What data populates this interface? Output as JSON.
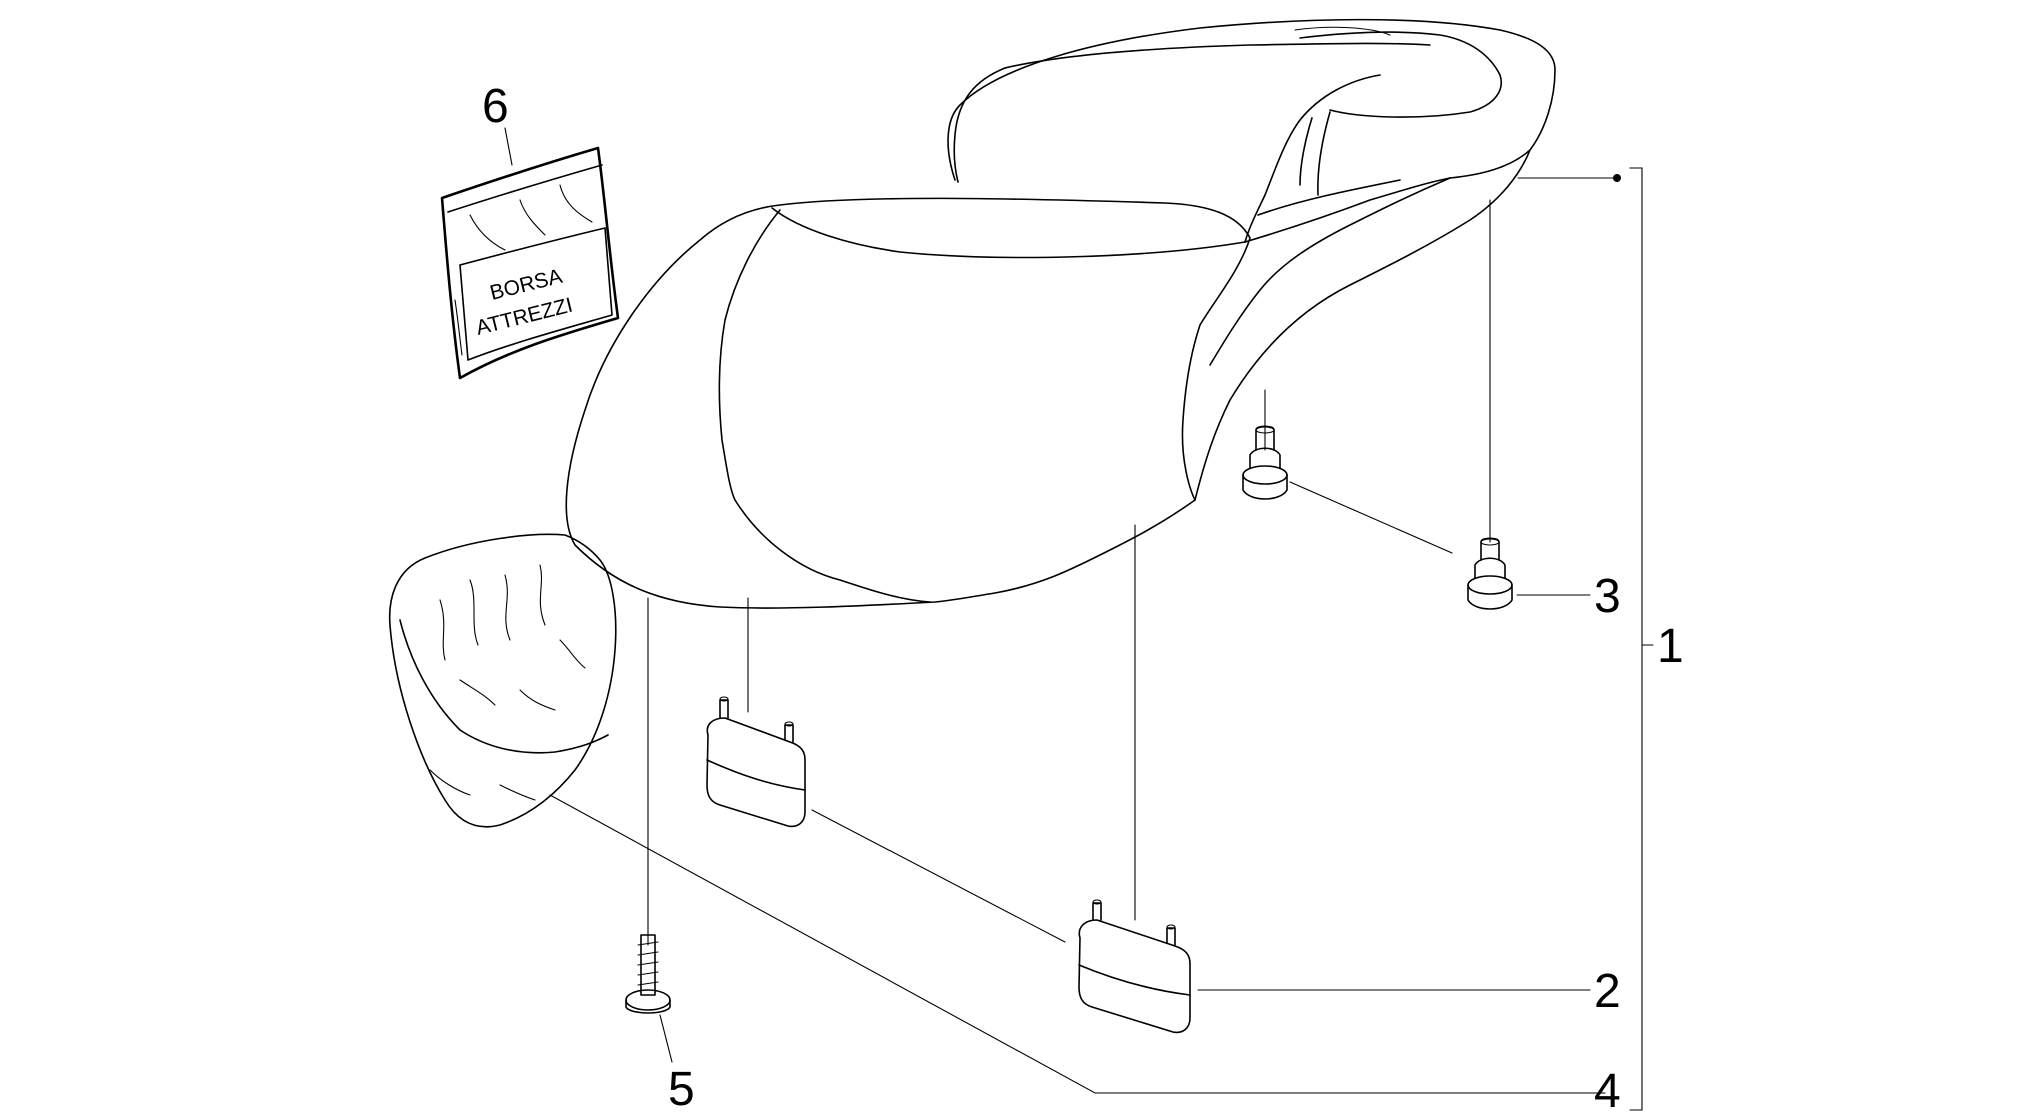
{
  "callouts": {
    "c1": "1",
    "c2": "2",
    "c3": "3",
    "c4": "4",
    "c5": "5",
    "c6": "6"
  },
  "tool_bag": {
    "line1": "BORSA",
    "line2": "ATTREZZI"
  }
}
